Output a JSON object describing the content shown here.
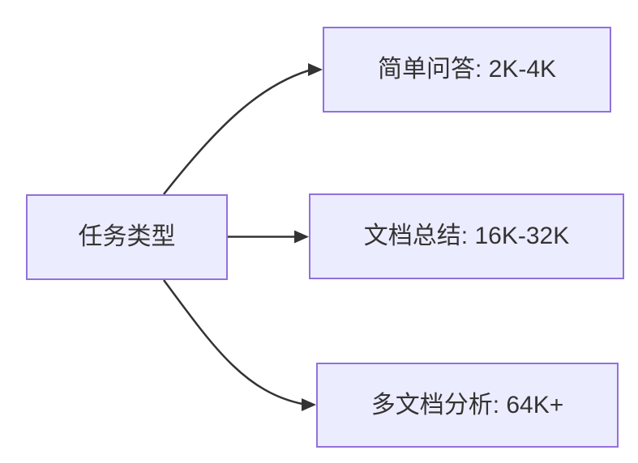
{
  "diagram": {
    "type": "flowchart-left-to-right",
    "root": {
      "label": "任务类型"
    },
    "children": [
      {
        "label": "简单问答: 2K-4K"
      },
      {
        "label": "文档总结: 16K-32K"
      },
      {
        "label": "多文档分析: 64K+"
      }
    ],
    "edges": [
      {
        "from": "任务类型",
        "to": "简单问答: 2K-4K"
      },
      {
        "from": "任务类型",
        "to": "文档总结: 16K-32K"
      },
      {
        "from": "任务类型",
        "to": "多文档分析: 64K+"
      }
    ]
  },
  "colors": {
    "node_fill": "#ECECFF",
    "node_border": "#9370DB",
    "edge": "#333333",
    "text": "#333333",
    "background": "#FFFFFF"
  }
}
